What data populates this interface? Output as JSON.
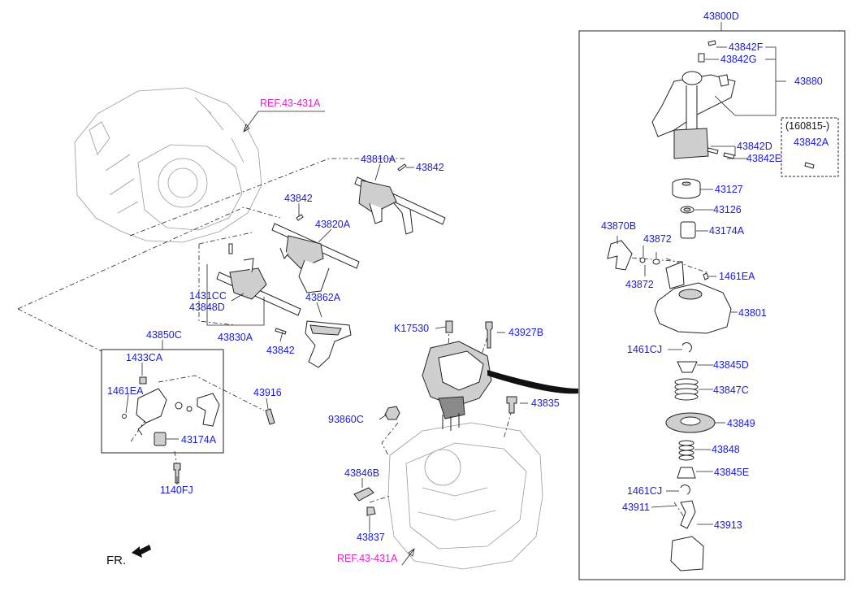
{
  "labels": {
    "ref_top": "REF.43-431A",
    "ref_bottom": "REF.43-431A",
    "p43800D": "43800D",
    "p43842F": "43842F",
    "p43842G": "43842G",
    "p43880": "43880",
    "p43842D": "43842D",
    "p43842E": "43842E",
    "note_160815": "(160815-)",
    "p43842A": "43842A",
    "p43127": "43127",
    "p43126": "43126",
    "p43174A_right": "43174A",
    "p43870B": "43870B",
    "p43872_a": "43872",
    "p43872_b": "43872",
    "p1461EA_right": "1461EA",
    "p43801": "43801",
    "p1461CJ_a": "1461CJ",
    "p43845D": "43845D",
    "p43847C": "43847C",
    "p43849": "43849",
    "p43848": "43848",
    "p43845E": "43845E",
    "p1461CJ_b": "1461CJ",
    "p43911": "43911",
    "p43913": "43913",
    "p43810A": "43810A",
    "p43842_a": "43842",
    "p43842_b": "43842",
    "p43820A": "43820A",
    "p1431CC": "1431CC",
    "p43848D": "43848D",
    "p43830A": "43830A",
    "p43862A": "43862A",
    "p43842_c": "43842",
    "pK17530": "K17530",
    "p43927B": "43927B",
    "p43850C": "43850C",
    "p1433CA": "1433CA",
    "p1461EA_left": "1461EA",
    "p43174A_left": "43174A",
    "p43916": "43916",
    "p1140FJ": "1140FJ",
    "p93860C": "93860C",
    "p43835": "43835",
    "p43846B": "43846B",
    "p43837": "43837",
    "fr": "FR."
  },
  "colors": {
    "label_blue": "#1a1adb",
    "ref_magenta": "#e020c8",
    "line": "#222222"
  }
}
